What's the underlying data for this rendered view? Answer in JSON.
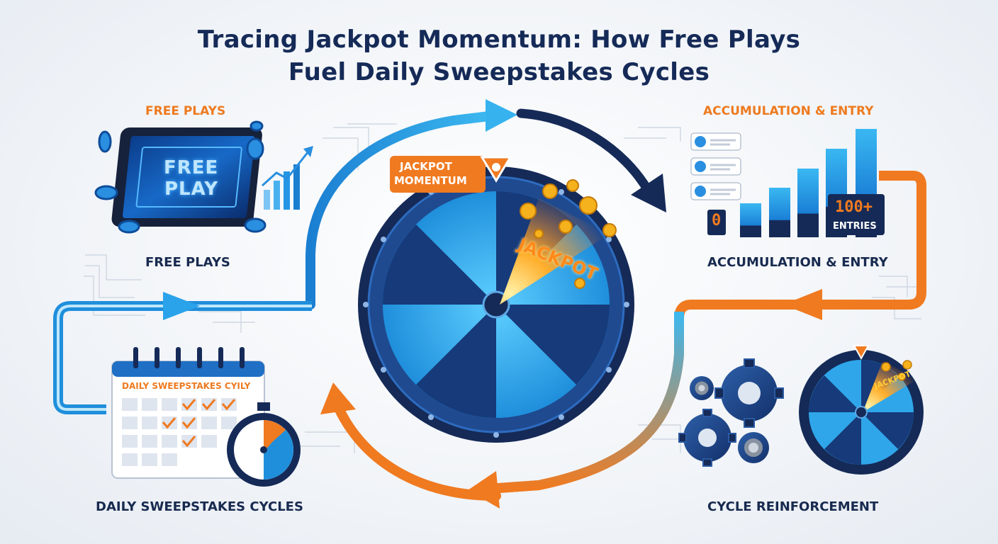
{
  "title": {
    "line1": "Tracing Jackpot Momentum: How Free Plays",
    "line2": "Fuel Daily Sweepstakes Cycles"
  },
  "stages": {
    "free_plays": {
      "header": "FREE PLAYS",
      "caption": "FREE PLAYS",
      "screen_line1": "FREE",
      "screen_line2": "PLAY"
    },
    "accumulation": {
      "header": "ACCUMULATION & ENTRY",
      "caption": "ACCUMULATION & ENTRY",
      "counter_start": "0",
      "counter_end": "100+",
      "counter_unit": "ENTRIES"
    },
    "daily_cycles": {
      "caption": "DAILY SWEEPSTAKES CYCLES",
      "calendar_title": "DAILY SWEEPSTAKES CYILY"
    },
    "reinforcement": {
      "caption": "CYCLE REINFORCEMENT",
      "mini_wheel_text": "JACKPOT"
    }
  },
  "wheel": {
    "badge_line1": "JACKPOT",
    "badge_line2": "MOMENTUM",
    "burst_text": "JACKPOT"
  },
  "colors": {
    "navy": "#152a57",
    "blue": "#1e8fe0",
    "light_blue": "#34b4f0",
    "orange": "#ee7a1f"
  },
  "icons": [
    "tablet-icon",
    "bar-chart-icon",
    "checklist-icon",
    "calendar-icon",
    "stopwatch-icon",
    "gears-icon",
    "prize-wheel-icon",
    "coin-icon"
  ]
}
